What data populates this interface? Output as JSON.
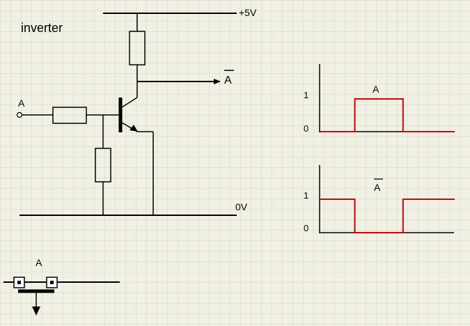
{
  "diagram": {
    "title": "inverter",
    "labels": {
      "supply": "+5V",
      "ground": "0V",
      "input": "A",
      "output": "A",
      "switch": "A"
    },
    "colors": {
      "wire": "#000000",
      "signal": "#d00000",
      "background": "#f1f0e4"
    }
  },
  "charts": [
    {
      "title": "A",
      "overline": false,
      "y_ticks": [
        "1",
        "0"
      ],
      "signal": [
        {
          "from": 0,
          "to": 1,
          "level": 0
        },
        {
          "from": 1,
          "to": 2.4,
          "level": 1
        },
        {
          "from": 2.4,
          "to": 3.9,
          "level": 0
        }
      ]
    },
    {
      "title": "A",
      "overline": true,
      "y_ticks": [
        "1",
        "0"
      ],
      "signal": [
        {
          "from": 0,
          "to": 1,
          "level": 1
        },
        {
          "from": 1,
          "to": 2.4,
          "level": 0
        },
        {
          "from": 2.4,
          "to": 3.9,
          "level": 1
        }
      ]
    }
  ]
}
